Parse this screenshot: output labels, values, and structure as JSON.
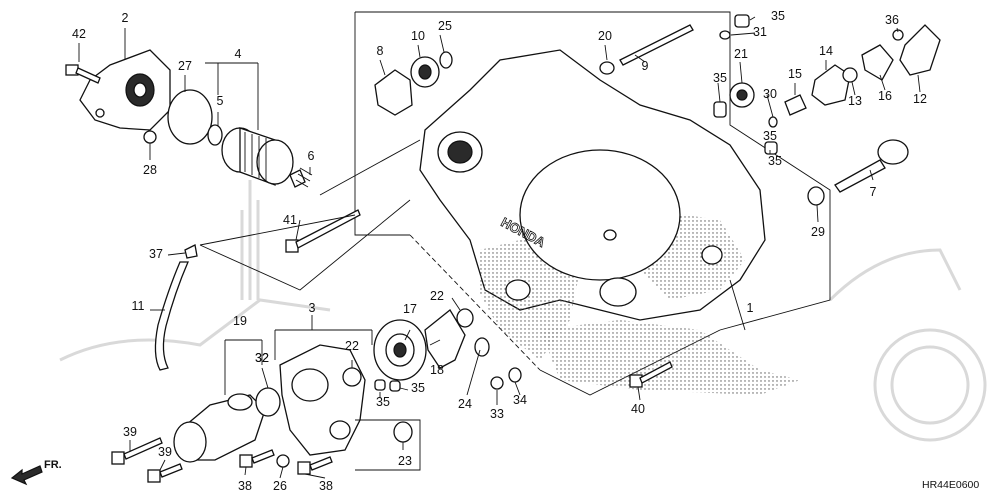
{
  "diagram_code": "HR44E0600",
  "front_label": "FR.",
  "callouts": [
    "1",
    "2",
    "3",
    "4",
    "5",
    "6",
    "7",
    "8",
    "9",
    "10",
    "11",
    "12",
    "13",
    "14",
    "15",
    "16",
    "17",
    "18",
    "19",
    "20",
    "21",
    "22",
    "23",
    "24",
    "25",
    "26",
    "27",
    "28",
    "29",
    "30",
    "31",
    "32",
    "33",
    "34",
    "35",
    "35",
    "35",
    "35",
    "35",
    "35",
    "36",
    "37",
    "38",
    "38",
    "39",
    "39",
    "40",
    "41",
    "42",
    "22",
    "32"
  ]
}
